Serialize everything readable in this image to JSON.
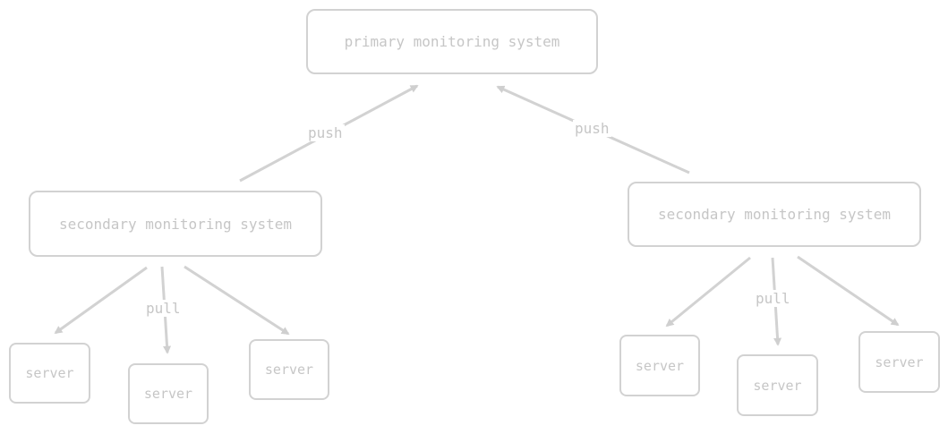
{
  "diagram": {
    "primary": {
      "label": "primary monitoring system"
    },
    "secondary_left": {
      "label": "secondary monitoring system"
    },
    "secondary_right": {
      "label": "secondary monitoring system"
    },
    "servers_left": [
      {
        "label": "server"
      },
      {
        "label": "server"
      },
      {
        "label": "server"
      }
    ],
    "servers_right": [
      {
        "label": "server"
      },
      {
        "label": "server"
      },
      {
        "label": "server"
      }
    ],
    "edge_labels": {
      "push_left": "push",
      "push_right": "push",
      "pull_left": "pull",
      "pull_right": "pull"
    },
    "colors": {
      "stroke": "#d2d2d2",
      "text": "#c6c6c6",
      "background": "#ffffff"
    }
  }
}
